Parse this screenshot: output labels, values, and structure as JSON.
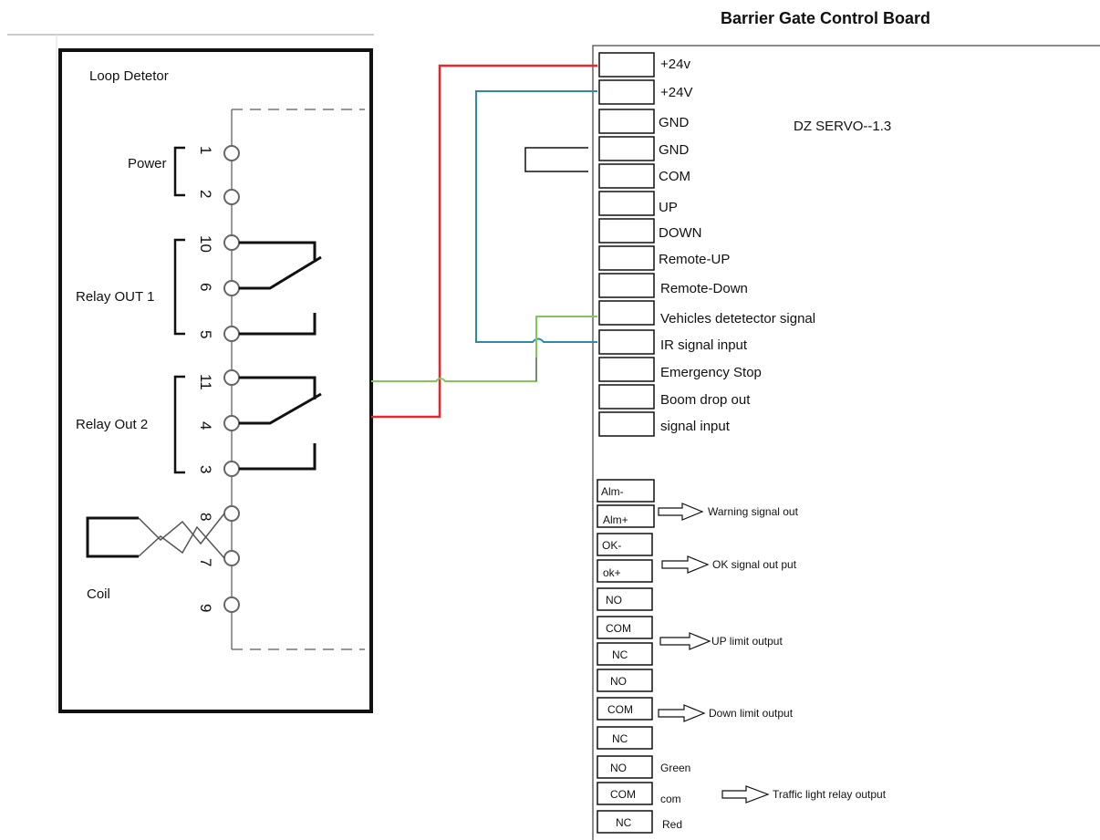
{
  "board": {
    "title": "Barrier Gate Control Board",
    "model": "DZ SERVO--1.3",
    "pins": [
      "+24v",
      "+24V",
      "GND",
      "GND",
      "COM",
      "UP",
      "DOWN",
      "Remote-UP",
      "Remote-Down",
      "Vehicles detetector signal",
      "IR signal input",
      "Emergency Stop",
      "Boom drop out",
      "signal input"
    ],
    "outputs": [
      {
        "boxes": [
          "Alm-",
          "Alm+"
        ],
        "label": "Warning signal out"
      },
      {
        "boxes": [
          "OK-",
          "ok+"
        ],
        "label": "OK signal out put"
      },
      {
        "boxes": [
          "NO",
          "COM",
          "NC"
        ],
        "label": "UP limit output"
      },
      {
        "boxes": [
          "NO",
          "COM",
          "NC"
        ],
        "label": "Down limit output"
      },
      {
        "boxes": [
          "NO",
          "COM",
          "NC"
        ],
        "side_labels": [
          "Green",
          "com",
          "Red"
        ],
        "label": "Traffic light relay  output"
      }
    ]
  },
  "detector": {
    "title": "Loop   Detetor",
    "groups": [
      "Power",
      "Relay OUT 1",
      "Relay Out  2",
      "Coil"
    ],
    "terminals": [
      "1",
      "2",
      "10",
      "6",
      "5",
      "11",
      "4",
      "3",
      "8",
      "7",
      "9"
    ]
  },
  "colors": {
    "red_wire": "#e8262b",
    "blue_wire": "#2e8aa8",
    "green_wire": "#7fc85a",
    "line": "#111111"
  }
}
